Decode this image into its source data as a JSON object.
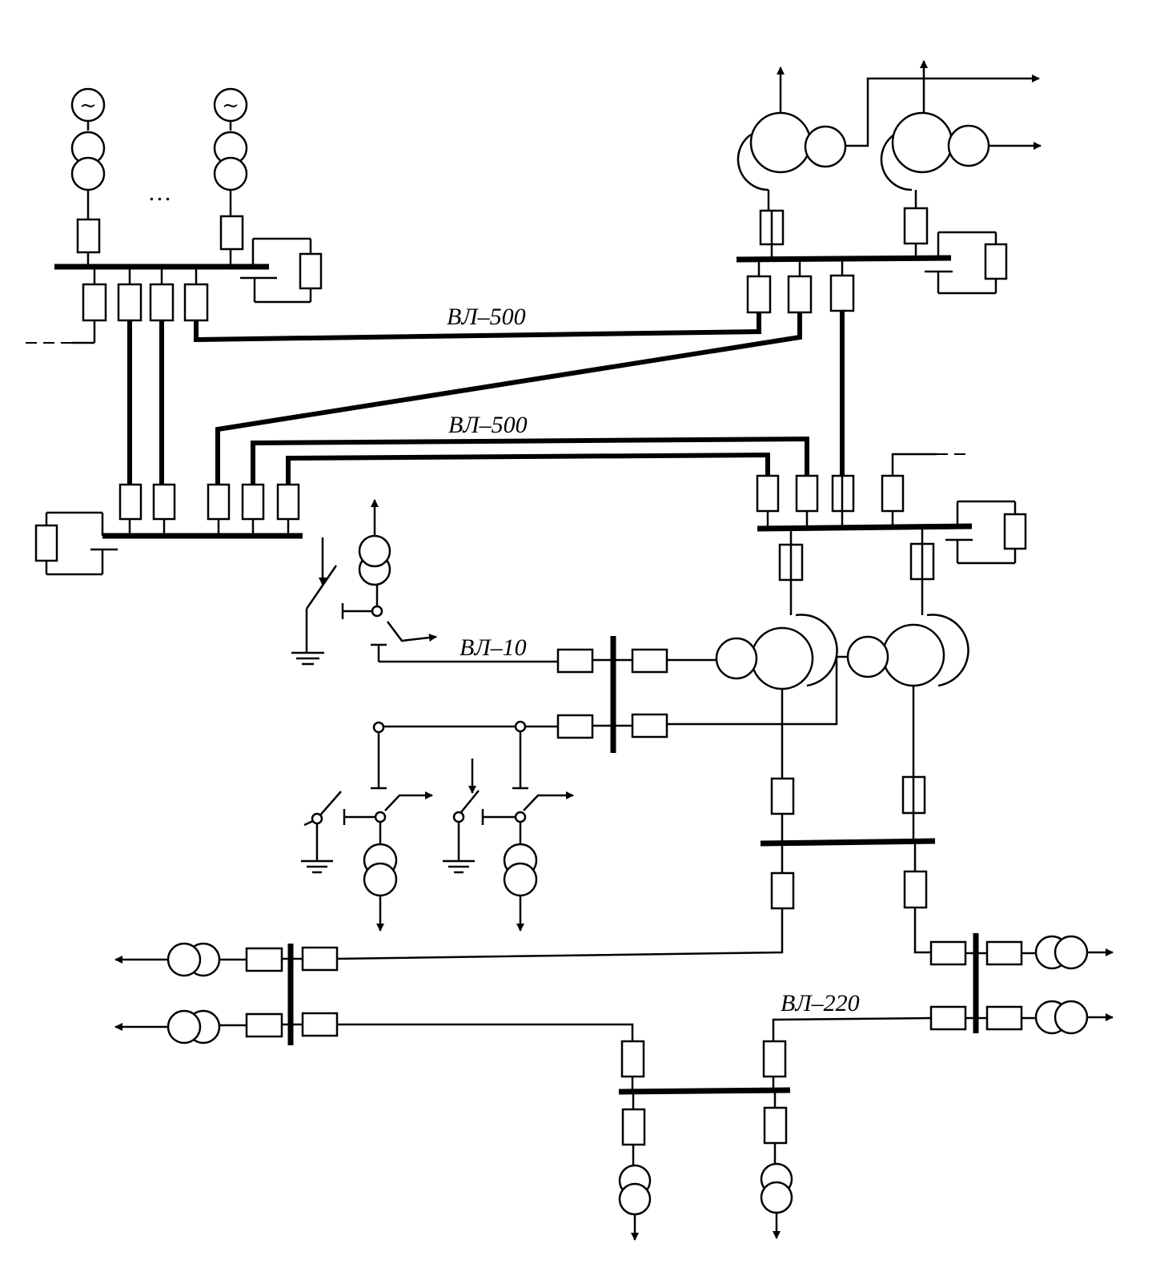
{
  "labels": {
    "line_500_top": "ВЛ–500",
    "line_500_mid": "ВЛ–500",
    "line_10": "ВЛ–10",
    "line_220": "ВЛ–220",
    "ellipsis": "…"
  },
  "symbols": {
    "generator_glyph": "~"
  }
}
